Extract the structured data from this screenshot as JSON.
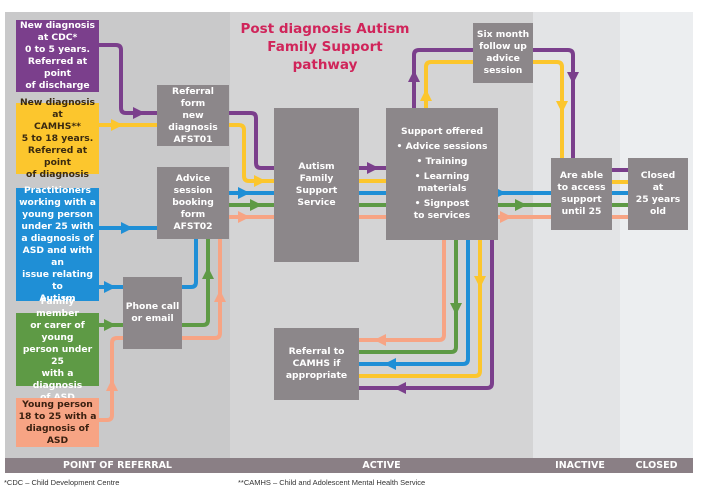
{
  "title": "Post diagnosis Autism\nFamily Support\npathway",
  "colors": {
    "purple": "#7b3f8c",
    "yellow": "#fcc62d",
    "blue": "#1f8fd6",
    "green": "#5e9a45",
    "orange": "#f7a484",
    "box_grey": "#8c878a",
    "title": "#d0245a",
    "bar": "#8a7f85"
  },
  "referral_sources": [
    {
      "id": "cdc",
      "color": "purple",
      "text": "New diagnosis\nat CDC*\n0 to 5 years.\nReferred at point\nof discharge"
    },
    {
      "id": "camhs",
      "color": "yellow",
      "text": "New diagnosis at\nCAMHS**\n5 to 18 years.\nReferred at point\nof diagnosis"
    },
    {
      "id": "practitioners",
      "color": "blue",
      "text": "Practitioners\nworking with a\nyoung person\nunder 25 with\na diagnosis of\nASD and with an\nissue relating to\nAutism"
    },
    {
      "id": "family",
      "color": "green",
      "text": "Family member\nor carer of young\nperson under 25\nwith a diagnosis\nof ASD"
    },
    {
      "id": "young-person",
      "color": "orange",
      "text": "Young person\n18 to 25 with a\ndiagnosis of ASD"
    }
  ],
  "process_boxes": {
    "referral_form": "Referral form\nnew diagnosis\nAFST01",
    "advice_booking": "Advice\nsession\nbooking\nform\nAFST02",
    "phone": "Phone call\nor email",
    "afss": "Autism\nFamily\nSupport\nService",
    "support_offered": {
      "heading": "Support offered",
      "items": [
        "• Advice sessions",
        "• Training",
        "• Learning\nmaterials",
        "• Signpost\nto services"
      ]
    },
    "six_month": "Six month\nfollow up\nadvice\nsession",
    "referral_camhs": "Referral to\nCAMHS if\nappropriate",
    "access_support": "Are able\nto access\nsupport\nuntil 25",
    "closed": "Closed\nat\n25 years\nold"
  },
  "stages": [
    "POINT OF REFERRAL",
    "ACTIVE",
    "INACTIVE",
    "CLOSED"
  ],
  "footnotes": [
    "*CDC – Child Development Centre",
    "**CAMHS – Child and Adolescent Mental Health Service"
  ]
}
